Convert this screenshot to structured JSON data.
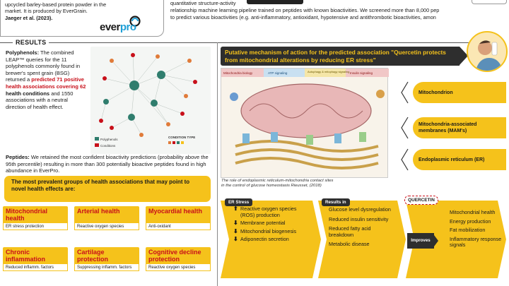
{
  "top_left": {
    "line1": "upcycled barley-based protein powder in the",
    "line2": "market. It is produced by EverGrain.",
    "ref": "Jaeger et al. (2023).",
    "logo_word_a": "ever",
    "logo_word_b": "pro",
    "logo_icon": "evergrain-swirl-icon"
  },
  "top_right": {
    "line1": "quantitative structure-activity",
    "line2": "relationship machine learning pipeline trained on peptides with known bioactivities. We screened more than 8,000 pep",
    "line3": "to predict various bioactivities (e.g. anti-inflammatory, antioxidant, hypotensive and antithrombotic bioactivities, amon"
  },
  "results": {
    "title": "RESULTS"
  },
  "polyphenols": {
    "label": "Polyphenols:",
    "intro": "The combined LEAP™ queries for the 11 polyphenols commonly found in brewer's spent grain (BSG) returned a",
    "highlight_a": "predicted 71 positive health associations covering 62",
    "highlight_b": "health conditions",
    "outro": "and 1550 associations with a neutral direction of health effect."
  },
  "network": {
    "legend_a": "Polyphenols",
    "legend_b": "Conditions",
    "legend_title": "CONDITION TYPE"
  },
  "peptides": {
    "label": "Peptides:",
    "text": "We retained the most confident bioactivity predictions (probability above the 95th percentile) resulting in more than 300 potentially bioactive peptides found in high abundance in EverPro."
  },
  "prevalent": {
    "text": "The most prevalent groups of health associations that may point to novel health effects are:"
  },
  "tiles": [
    {
      "head": "Mitochondrial health",
      "sub": "ER stress protection"
    },
    {
      "head": "Arterial health",
      "sub": "Reactive oxygen species"
    },
    {
      "head": "Myocardial health",
      "sub": "Anti-oxidant"
    },
    {
      "head": "Chronic inflammation",
      "sub": "Reduced inflamm. factors"
    },
    {
      "head": "Cartilage protection",
      "sub": "Suppressing inflamm. factors"
    },
    {
      "head": "Cognitive decline protection",
      "sub": "Reactive oxygen species"
    }
  ],
  "mechanism": {
    "title": "Putative mechanism of action for the predicted association \"Quercetin protects from mitochondrial alterations by reducing ER stress\"",
    "diagram_heads": [
      "Mitochondria biology",
      "ATP signaling",
      "Autophagy & mitophagy signaling",
      "Insulin signaling"
    ],
    "caption_a": "The role of endoplasmic reticulum-mitochondria contact sites",
    "caption_b": "in the control of glucose homeostasis Rieusset, (2018)"
  },
  "organelles": [
    {
      "label": "Mitochondrion"
    },
    {
      "label": "Mitochondria-associated membranes (MAM's)"
    },
    {
      "label": "Endoplasmic reticulum (ER)"
    }
  ],
  "flow": {
    "er_stress_label": "ER Stress",
    "results_in_label": "Results in",
    "quercetin_label": "QUERCETIN",
    "improves_label": "Improves",
    "er_stress_items": [
      {
        "arrow": "⬆",
        "text": "Reactive oxygen species (ROS) production"
      },
      {
        "arrow": "⬇",
        "text": "Membrane potential"
      },
      {
        "arrow": "⬇",
        "text": "Mitochondrial biogenesis"
      },
      {
        "arrow": "⬇",
        "text": "Adiponectin secretion"
      }
    ],
    "results_items": [
      "Glucose level dysregulation",
      "Reduced insulin sensitivity",
      "Reduced fatty acid breakdown",
      "Metabolic disease"
    ],
    "improves_items": [
      "Mitochondrial health",
      "Energy production",
      "Fat mobilization",
      "Inflammatory response signals"
    ]
  },
  "colors": {
    "accent_yellow": "#f5c21b",
    "highlight_red": "#c8101a",
    "dark": "#2e2e2e"
  }
}
